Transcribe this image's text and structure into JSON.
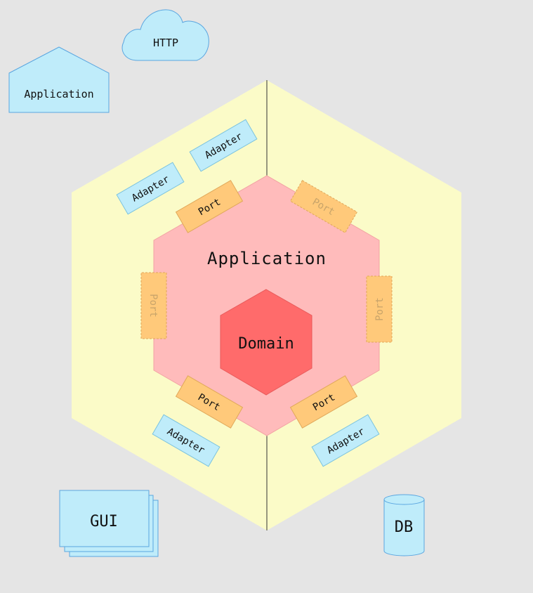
{
  "diagram": {
    "outer_hexagon": {
      "fill": "#fbfbc8"
    },
    "inner_hexagon": {
      "label": "Application",
      "fill": "#ffbbbb"
    },
    "core_hexagon": {
      "label": "Domain",
      "fill": "#ff6b6b"
    },
    "ports": [
      {
        "label": "Port",
        "style": "solid"
      },
      {
        "label": "Port",
        "style": "faded"
      },
      {
        "label": "Port",
        "style": "faded"
      },
      {
        "label": "Port",
        "style": "faded"
      },
      {
        "label": "Port",
        "style": "solid"
      },
      {
        "label": "Port",
        "style": "solid"
      }
    ],
    "adapters": [
      {
        "label": "Adapter"
      },
      {
        "label": "Adapter"
      },
      {
        "label": "Adapter"
      },
      {
        "label": "Adapter"
      }
    ],
    "external": {
      "application": {
        "label": "Application",
        "shape": "house"
      },
      "http": {
        "label": "HTTP",
        "shape": "cloud"
      },
      "gui": {
        "label": "GUI",
        "shape": "stacked-documents"
      },
      "db": {
        "label": "DB",
        "shape": "cylinder"
      }
    },
    "colors": {
      "background": "#e5e5e5",
      "port_fill": "#ffc97a",
      "adapter_fill": "#bfecfa",
      "external_fill": "#bfecfa",
      "external_stroke": "#5aa6e0"
    }
  }
}
